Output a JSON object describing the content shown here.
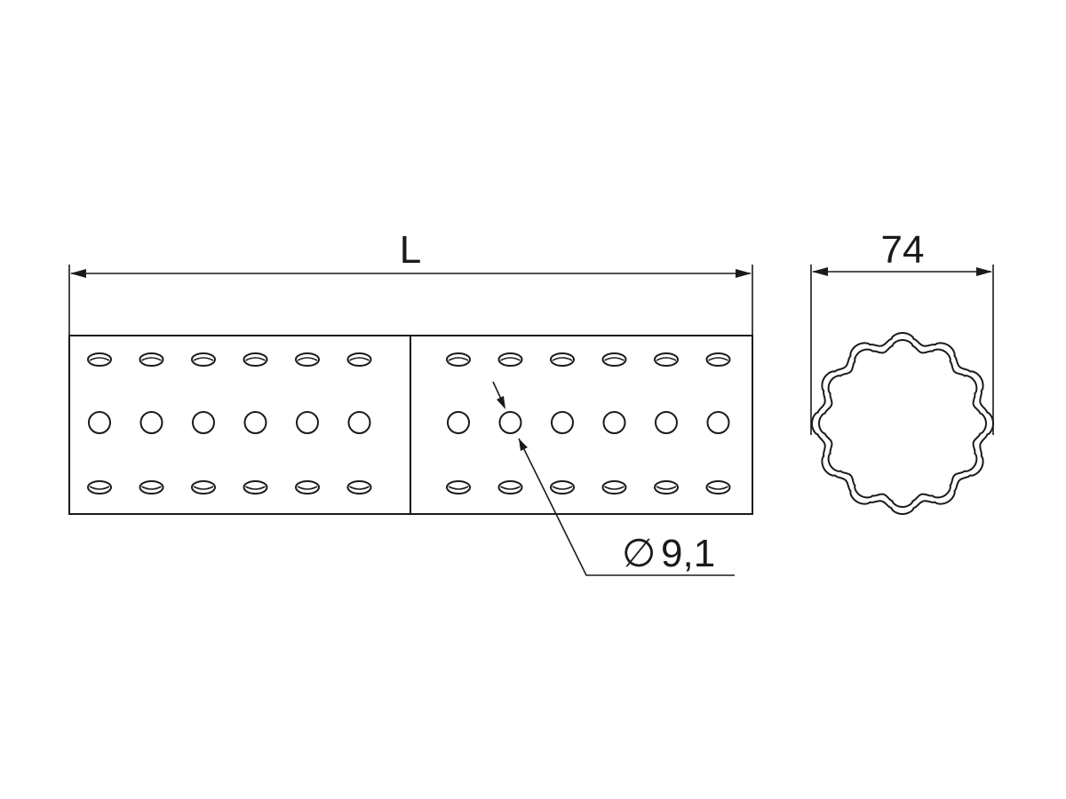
{
  "dimensions": {
    "length_label": "L",
    "diameter_label": "74",
    "hole_symbol": "∅",
    "hole_value": "9,1"
  },
  "perforation": {
    "columns_per_section": 6,
    "sections": 2,
    "row_types": [
      "slot",
      "round",
      "slot"
    ]
  },
  "profile": {
    "lobes": 12
  },
  "colors": {
    "line": "#1a1a1a",
    "background": "#ffffff"
  }
}
